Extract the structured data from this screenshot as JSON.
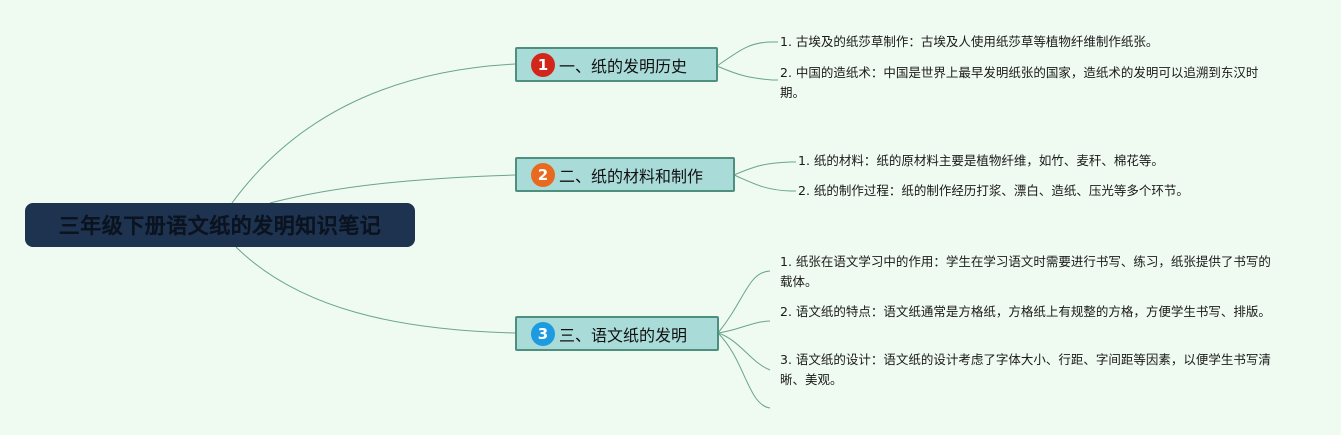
{
  "colors": {
    "background": "#effaf1",
    "root_fill": "#1e3350",
    "branch_fill": "#a9dcd9",
    "branch_border": "#4f8f7f",
    "link": "#6aa58a",
    "badge_1": "#d3261b",
    "badge_2": "#e96a1e",
    "badge_3": "#1d9be0"
  },
  "root": {
    "title": "三年级下册语文纸的发明知识笔记"
  },
  "branches": [
    {
      "number": "1",
      "label": "一、纸的发明历史",
      "leaves": [
        {
          "text": "1. 古埃及的纸莎草制作：古埃及人使用纸莎草等植物纤维制作纸张。"
        },
        {
          "text": "2. 中国的造纸术：中国是世界上最早发明纸张的国家，造纸术的发明可以追溯到东汉时期。"
        }
      ]
    },
    {
      "number": "2",
      "label": "二、纸的材料和制作",
      "leaves": [
        {
          "text": "1. 纸的材料：纸的原材料主要是植物纤维，如竹、麦秆、棉花等。"
        },
        {
          "text": "2. 纸的制作过程：纸的制作经历打浆、漂白、造纸、压光等多个环节。"
        }
      ]
    },
    {
      "number": "3",
      "label": "三、语文纸的发明",
      "leaves": [
        {
          "text": "1. 纸张在语文学习中的作用：学生在学习语文时需要进行书写、练习，纸张提供了书写的载体。"
        },
        {
          "text": "2. 语文纸的特点：语文纸通常是方格纸，方格纸上有规整的方格，方便学生书写、排版。"
        },
        {
          "text": "3. 语文纸的设计：语文纸的设计考虑了字体大小、行距、字间距等因素，以便学生书写清晰、美观。"
        }
      ]
    }
  ]
}
